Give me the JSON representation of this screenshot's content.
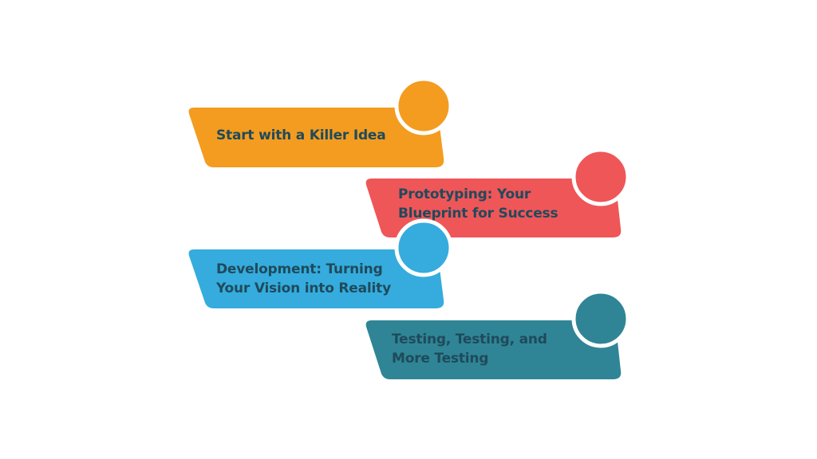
{
  "colors": {
    "background": "#ffffff",
    "text": "#1f4a5c",
    "ring": "#ffffff"
  },
  "steps": [
    {
      "lines": [
        "Start with a Killer Idea"
      ],
      "color": "#f39c1f"
    },
    {
      "lines": [
        "Prototyping: Your",
        "Blueprint for Success"
      ],
      "color": "#ef5658"
    },
    {
      "lines": [
        "Development: Turning",
        "Your Vision into Reality"
      ],
      "color": "#35acdd"
    },
    {
      "lines": [
        "Testing, Testing, and",
        "More Testing"
      ],
      "color": "#2f8595"
    }
  ]
}
